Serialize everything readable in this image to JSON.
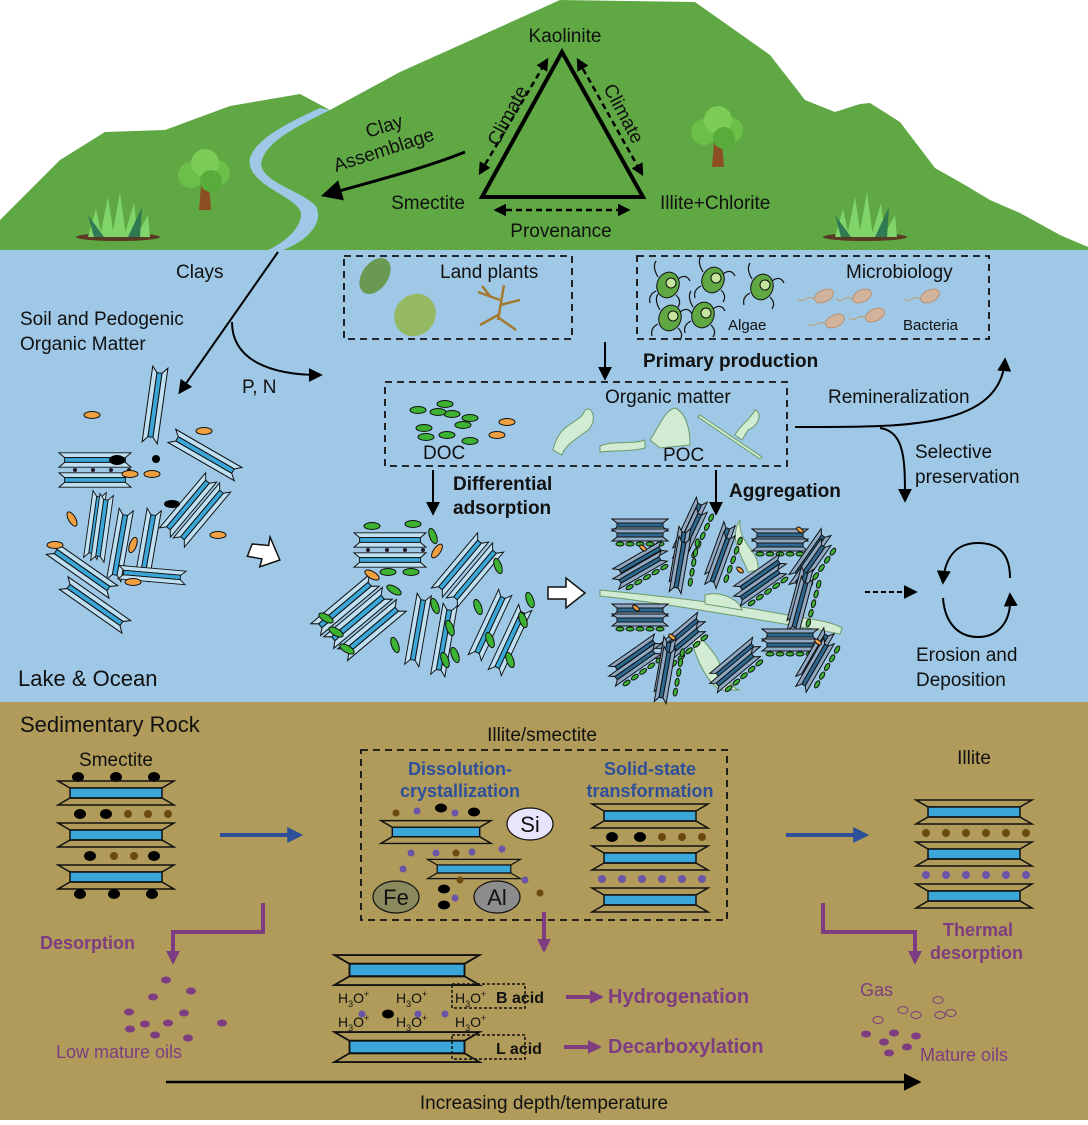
{
  "colors": {
    "sky": "#ffffff",
    "hill": "#5fa844",
    "water": "#9fc8e6",
    "rock": "#b09b5a",
    "clay_layer": "#3aa7d8",
    "doc_green": "#3cb332",
    "doc_orange": "#f0a040",
    "poc": "#d2ecd3",
    "process_blue": "#2e4f9a",
    "oil_purple": "#7d3d80",
    "ion_purple": "#6a55a8",
    "ion_brown": "#6b4a10"
  },
  "hill": {
    "triangle": {
      "top": "Kaolinite",
      "left": "Smectite",
      "right": "Illite+Chlorite",
      "left_edge": "Climate",
      "right_edge": "Climate",
      "bottom_edge": "Provenance"
    },
    "clay_assemblage": [
      "Clay",
      "Assemblage"
    ]
  },
  "water": {
    "zone_label": "Lake & Ocean",
    "clays": "Clays",
    "soil": [
      "Soil and Pedogenic",
      "Organic Matter"
    ],
    "nutrients": "P, N",
    "land_plants": "Land plants",
    "microbiology": "Microbiology",
    "algae": "Algae",
    "bacteria": "Bacteria",
    "primary_production": "Primary production",
    "organic_matter": "Organic matter",
    "doc": "DOC",
    "poc": "POC",
    "remineralization": "Remineralization",
    "selective_preservation": [
      "Selective",
      "preservation"
    ],
    "differential_adsorption": [
      "Differential",
      "adsorption"
    ],
    "aggregation": "Aggregation",
    "erosion_deposition": [
      "Erosion and",
      "Deposition"
    ]
  },
  "rock": {
    "zone_label": "Sedimentary Rock",
    "smectite": "Smectite",
    "illite_smectite": "Illite/smectite",
    "dissolution": [
      "Dissolution-",
      "crystallization"
    ],
    "solid_state": [
      "Solid-state",
      "transformation"
    ],
    "si": "Si",
    "fe": "Fe",
    "al": "Al",
    "illite": "Illite",
    "desorption": "Desorption",
    "low_mature_oils": "Low mature oils",
    "thermal_desorption": [
      "Thermal",
      "desorption"
    ],
    "gas": "Gas",
    "mature_oils": "Mature oils",
    "b_acid": "B acid",
    "l_acid": "L acid",
    "hydronium": "H3O+",
    "hydrogenation": "Hydrogenation",
    "decarboxylation": "Decarboxylation",
    "depth_axis": "Increasing depth/temperature"
  }
}
